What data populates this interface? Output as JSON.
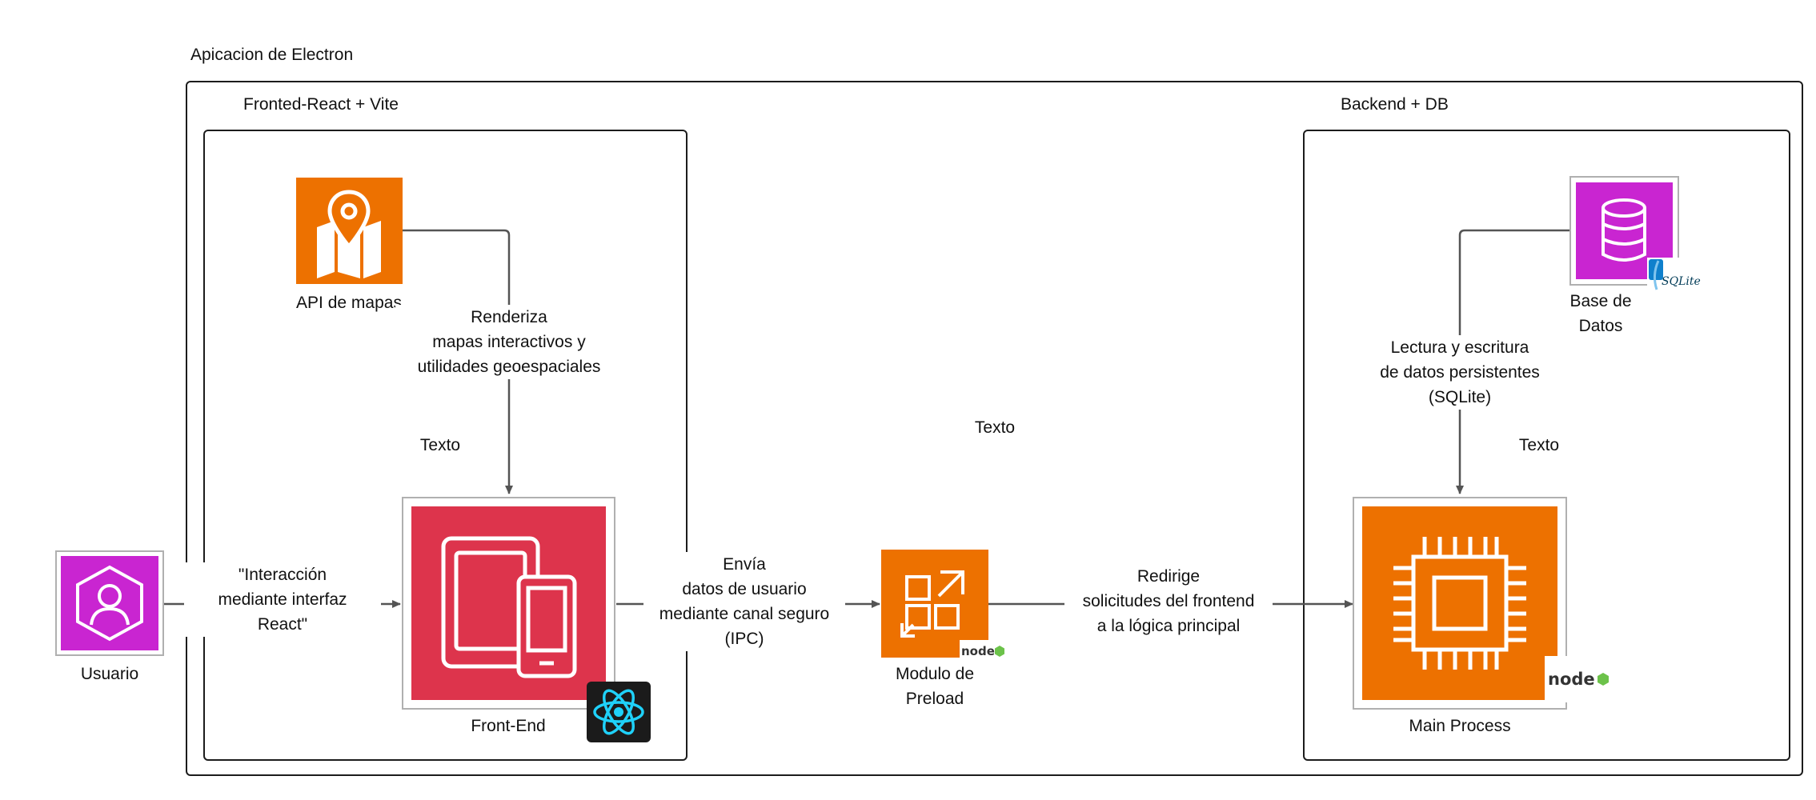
{
  "groups": {
    "electron": "Apicacion de Electron",
    "frontend": "Fronted-React + Vite",
    "backend": "Backend + DB"
  },
  "nodes": {
    "usuario": "Usuario",
    "api_mapas": "API de mapas",
    "front_end": "Front-End",
    "modulo_preload": "Modulo de\nPreload",
    "main_process": "Main Process",
    "base_datos": "Base de\nDatos"
  },
  "edges": {
    "usuario_front": "\"Interacción\nmediante interfaz\nReact\"",
    "api_front": "Renderiza\nmapas interactivos y\nutilidades geoespaciales",
    "front_preload": "Envía\ndatos de usuario\nmediante canal seguro\n(IPC)",
    "preload_main": "Redirige\nsolicitudes del frontend\na la lógica principal",
    "db_main": "Lectura y escritura\nde datos persistentes\n(SQLite)"
  },
  "placeholders": {
    "frontend": "Texto",
    "middle": "Texto",
    "backend": "Texto"
  },
  "badges": {
    "react": "react-logo-icon",
    "node": "node",
    "sqlite": "SQLite"
  },
  "colors": {
    "purple": "#C925D1",
    "orange": "#ED7100",
    "red": "#DD344C",
    "edge": "#545454",
    "frame": "#1c1c1c"
  }
}
